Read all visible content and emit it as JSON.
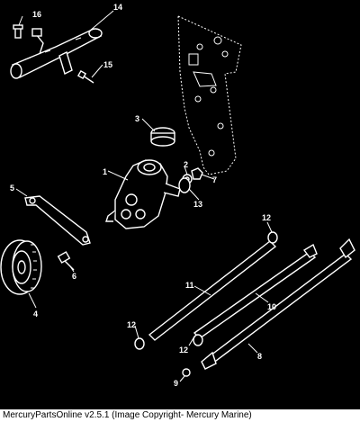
{
  "callouts": {
    "c1": "1",
    "c2": "2",
    "c3": "3",
    "c4": "4",
    "c5": "5",
    "c6": "6",
    "c7": "7",
    "c8": "8",
    "c9": "9",
    "c10": "10",
    "c11": "11",
    "c12a": "12",
    "c12b": "12",
    "c12c": "12",
    "c13": "13",
    "c14": "14",
    "c15": "15",
    "c16": "16"
  },
  "footer": {
    "caption": "MercuryPartsOnline v2.5.1 (Image Copyright- Mercury Marine)"
  },
  "colors": {
    "background": "#000000",
    "linework": "#ffffff",
    "footer_bg": "#ffffff",
    "footer_text": "#000000"
  }
}
